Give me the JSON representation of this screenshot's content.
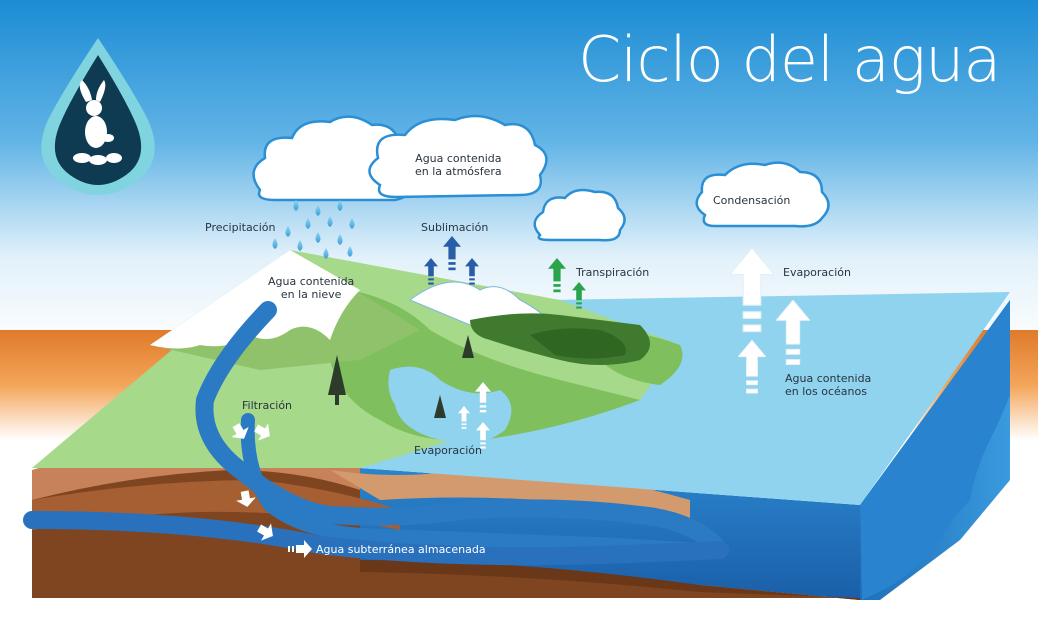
{
  "title": "Ciclo del agua",
  "logo": {
    "icon": "water-drop-rabbit-logo"
  },
  "labels": {
    "atmosphere": "Agua contenida\nen la atmósfera",
    "precipitation": "Precipitación",
    "sublimation": "Sublimación",
    "transpiration": "Transpiración",
    "condensation": "Condensación",
    "evaporation_ocean": "Evaporación",
    "snow": "Agua contenida\nen la nieve",
    "oceans": "Agua contenida\nen los océanos",
    "filtration": "Filtración",
    "evaporation_lake": "Evaporación",
    "groundwater": "Agua subterránea almacenada"
  },
  "colors": {
    "sky_top": "#1f8fd6",
    "ocean": "#8fd3ee",
    "ocean_side": "#1f76c2",
    "land_green": "#9fd27f",
    "soil": "#8a4a22",
    "river": "#2b7ac4",
    "arrow_blue": "#2a5da8",
    "arrow_green": "#2aa44a"
  }
}
